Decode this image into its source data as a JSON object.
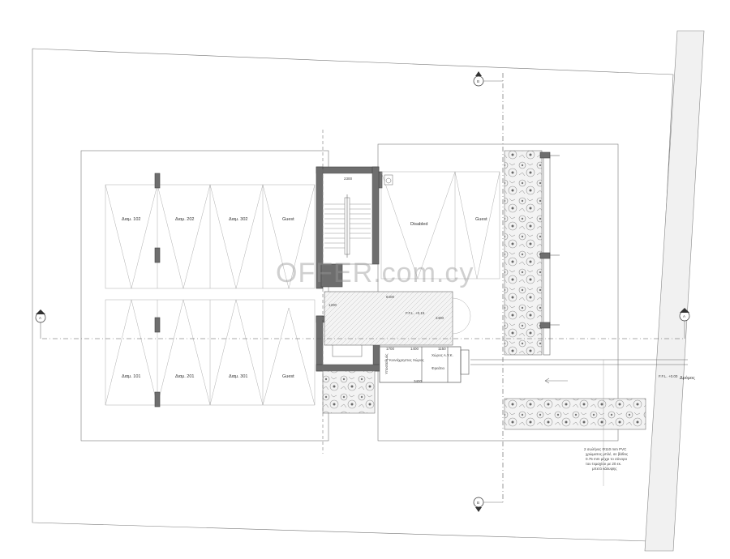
{
  "watermark": "OFFER.com.cy",
  "section_markers": {
    "top": "B",
    "bottom": "B",
    "left": "A",
    "right": "A"
  },
  "parking_top": [
    "Διαμ. 102",
    "Διαμ. 202",
    "Διαμ. 302",
    "Guest"
  ],
  "parking_bottom": [
    "Διαμ. 101",
    "Διαμ. 201",
    "Διαμ. 301",
    "Guest"
  ],
  "parking_right": [
    "Disabled",
    "Guest"
  ],
  "rooms": {
    "common_space": "Κοινόχρηστος Χώρος",
    "tank_room": "Χώρος Α.Υ.Κ.",
    "bins": "Φρεάτιο",
    "storage": "Υποσταθμός"
  },
  "levels": {
    "entrance": "F.F.L. +0.15",
    "road": "F.F.L. +0.00"
  },
  "street": "Δρόμος",
  "dimensions": {
    "stair_width": "2300",
    "lobby_width": "6400",
    "d1": "1700",
    "d2": "1400",
    "d3": "1150",
    "d4": "3400",
    "d5": "1200",
    "d6": "2400"
  },
  "note": [
    "2 σωλήνες Φ110 mm PVC",
    "χρώματος μπλέ, σε βάθος",
    "0.75 mm μέχρι το σύνορο",
    "του τεμαχίου με 20 εκ.",
    "μπετό κάλυψης"
  ]
}
